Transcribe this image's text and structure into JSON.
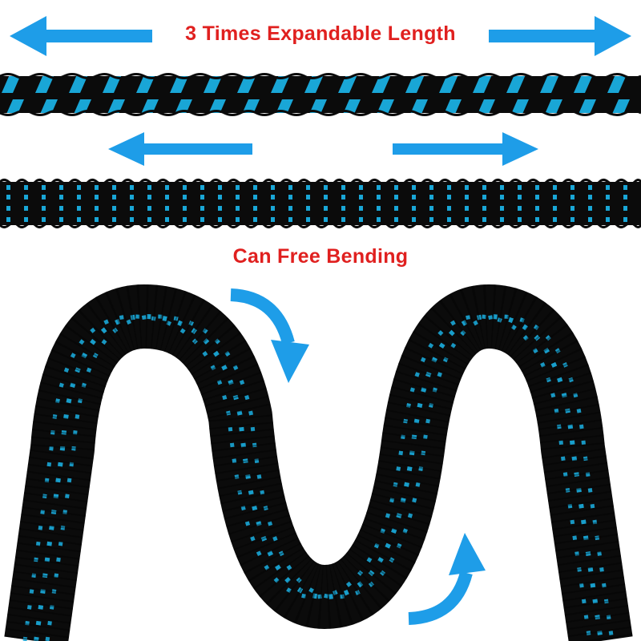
{
  "headings": {
    "expand_text": "3 Times Expandable Length",
    "bend_text": "Can Free Bending"
  },
  "colors": {
    "heading_red": "#e0201f",
    "arrow_blue": "#1e9de8",
    "hose_black": "#0b0b0b",
    "stripe_cyan": "#19a6d6"
  },
  "icons": {
    "horizontal_arrows": "double-headed-arrow",
    "bend_arrows": "curved-arrow"
  }
}
